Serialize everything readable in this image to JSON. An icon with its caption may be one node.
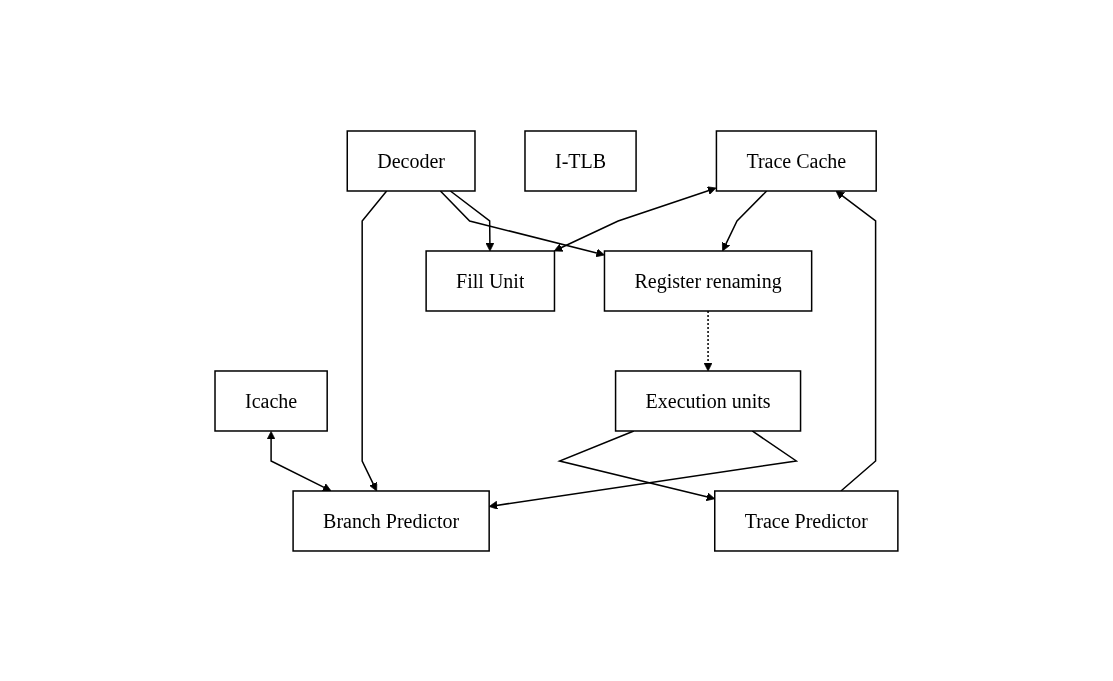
{
  "diagram": {
    "nodes": [
      {
        "text": [
          "Trace Cache"
        ]
      },
      {
        "text": [
          "Icache"
        ]
      },
      {
        "text": [
          "I-TLB"
        ]
      },
      {
        "text": [
          "Fill Unit"
        ]
      },
      {
        "text": [
          "Trace Predictor"
        ]
      },
      {
        "text": [
          "Branch Predictor"
        ]
      },
      {
        "text": [
          "Decoder"
        ]
      },
      {
        "text": [
          "Register renaming"
        ]
      },
      {
        "text": [
          "Execution units"
        ]
      }
    ],
    "edges": [
      {
        "from": 0,
        "to": 3,
        "arrow": "both"
      },
      {
        "from": 4,
        "to": 0,
        "arrow": "to"
      },
      {
        "from": 1,
        "to": 5,
        "arrow": "both"
      },
      {
        "from": 6,
        "to": 5,
        "arrow": "to"
      },
      {
        "from": 0,
        "to": 7,
        "arrow": "to"
      },
      {
        "from": 6,
        "to": 7,
        "arrow": "to"
      },
      {
        "from": 6,
        "to": 3,
        "arrow": "to"
      },
      {
        "from": 7,
        "to": 8,
        "arrow": "to",
        "style": "dashed"
      },
      {
        "from": 8,
        "to": 4,
        "arrow": "to"
      },
      {
        "from": 8,
        "to": 5,
        "arrow": "to"
      }
    ]
  }
}
